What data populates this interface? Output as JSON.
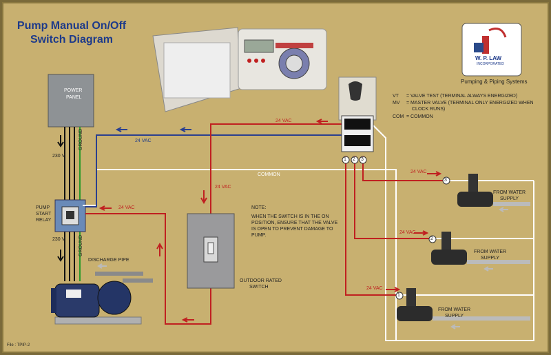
{
  "title": {
    "line1": "Pump Manual On/Off",
    "line2": "Switch Diagram"
  },
  "logo": {
    "name": "W. P. LAW",
    "sub": "INCORPORATED",
    "tagline": "Pumping & Piping Systems"
  },
  "legend": {
    "vt_abbr": "VT",
    "vt_desc": "= VALVE TEST (TERMINAL ALWAYS ENERGIZED)",
    "mv_abbr": "MV",
    "mv_desc_1": "= MASTER VALVE (TERMINAL ONLY ENERGIZED WHEN",
    "mv_desc_2": "CLOCK RUNS)",
    "com_abbr": "COM",
    "com_desc": "= COMMON"
  },
  "labels": {
    "power_panel_1": "POWER",
    "power_panel_2": "PANEL",
    "v230_top": "230 V",
    "v230_bottom": "230 V",
    "ground_top": "GROUND",
    "ground_bottom": "GROUND",
    "relay_1": "PUMP",
    "relay_2": "START",
    "relay_3": "RELAY",
    "discharge": "DISCHARGE PIPE",
    "common": "COMMON",
    "outdoor_1": "OUTDOOR RATED",
    "outdoor_2": "SWITCH",
    "vac_top_blue": "24 VAC",
    "vac_top_red": "24 VAC",
    "vac_mid": "24 VAC",
    "vac_relay": "24 VAC",
    "vac_v3": "24 VAC",
    "vac_v2": "24 VAC",
    "vac_v1": "24 VAC",
    "water_supply_1": "FROM WATER",
    "water_supply_2": "SUPPLY",
    "file": "File : TPIP-2"
  },
  "note": {
    "heading": "NOTE:",
    "line1": "WHEN THE SWITCH IS IN THE ON",
    "line2": "POSITION, ENSURE THAT THE VALVE",
    "line3": "IS OPEN TO PREVENT DAMAGE TO",
    "line4": "PUMP."
  },
  "terminals": {
    "t1": "1",
    "t2": "2",
    "t3": "3"
  },
  "valves": {
    "n1": "1",
    "n2": "2",
    "n3": "3"
  },
  "colors": {
    "background": "#c8b070",
    "title": "#1d3a8a",
    "hot": "#c02020",
    "common": "#ffffff",
    "blue_wire": "#2a3f8f",
    "ground": "#2a9a2a"
  }
}
